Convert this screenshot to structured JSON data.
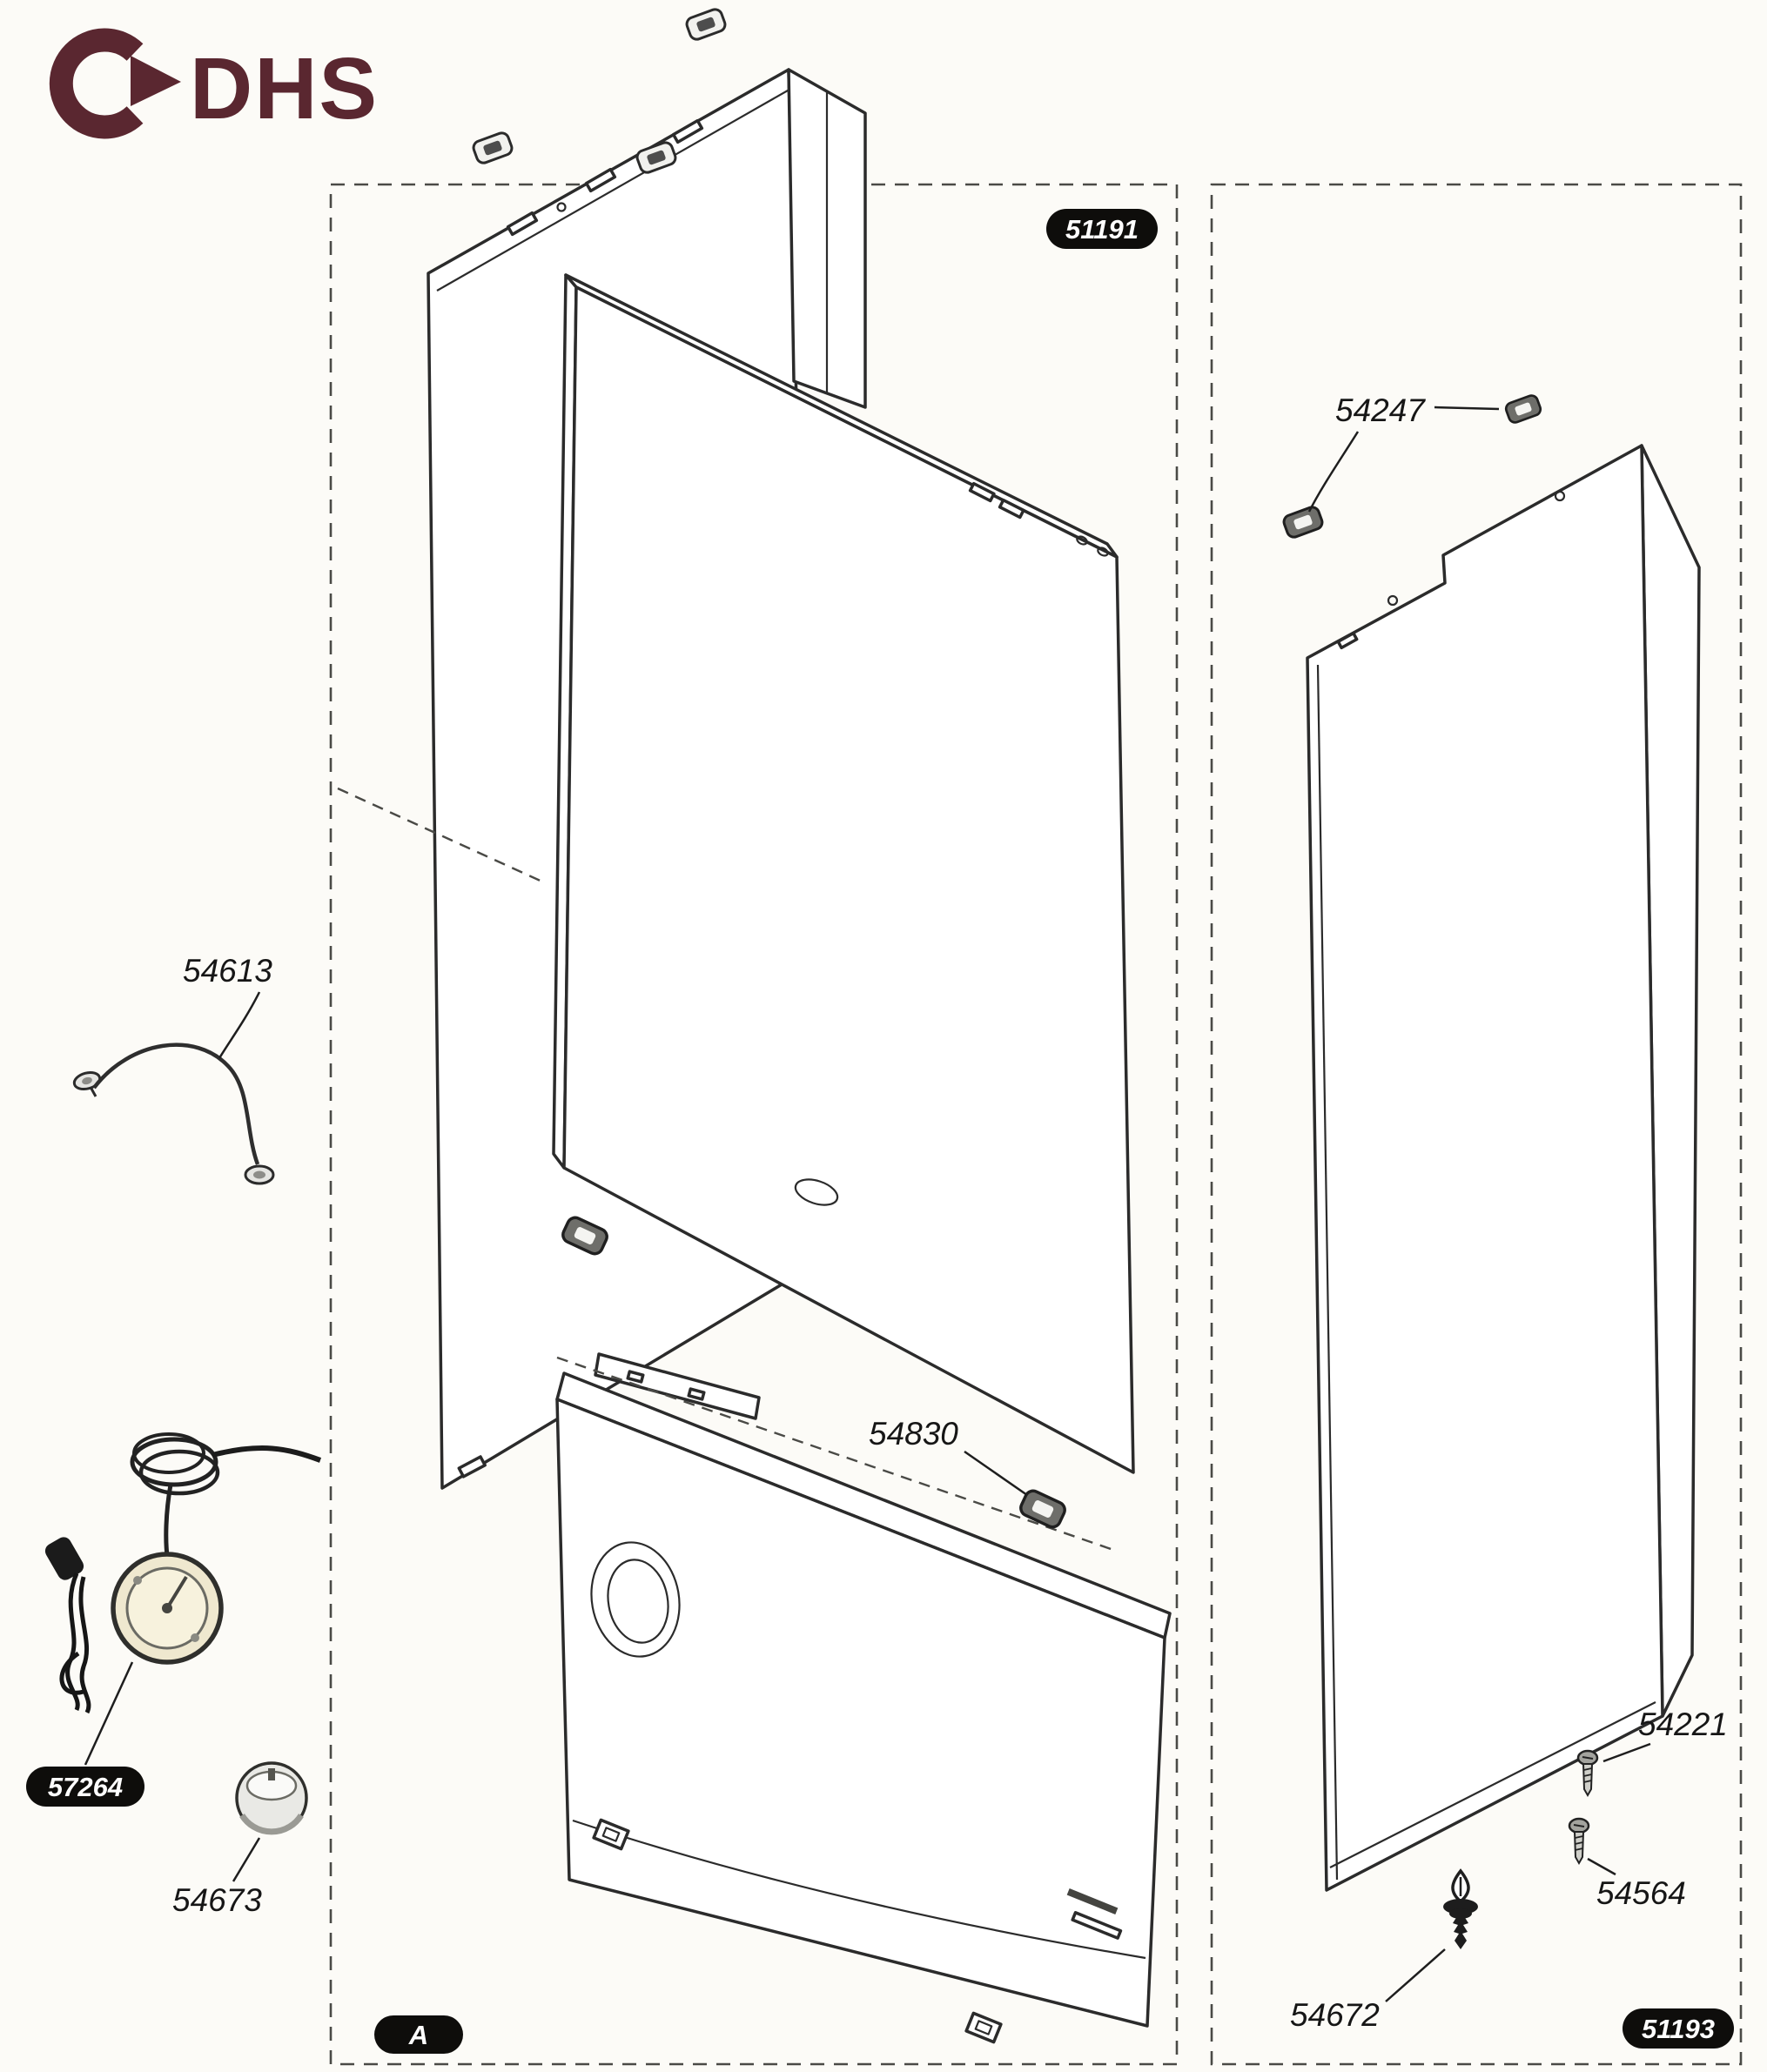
{
  "logo": {
    "text": "DHS"
  },
  "colors": {
    "logo": "#5a2730",
    "badge_bg": "#0e0d0b",
    "badge_text": "#ffffff"
  },
  "assembly_left": {
    "badge": "51191",
    "section_label": "A",
    "labels": {
      "wire_harness": "54613",
      "thermostat": "57264",
      "knob": "54673",
      "panel_clip": "54830"
    }
  },
  "assembly_right": {
    "badge": "51193",
    "labels": {
      "top_clip": "54247",
      "screw_upper": "54221",
      "screw_lower": "54564",
      "push_fastener": "54672"
    }
  }
}
